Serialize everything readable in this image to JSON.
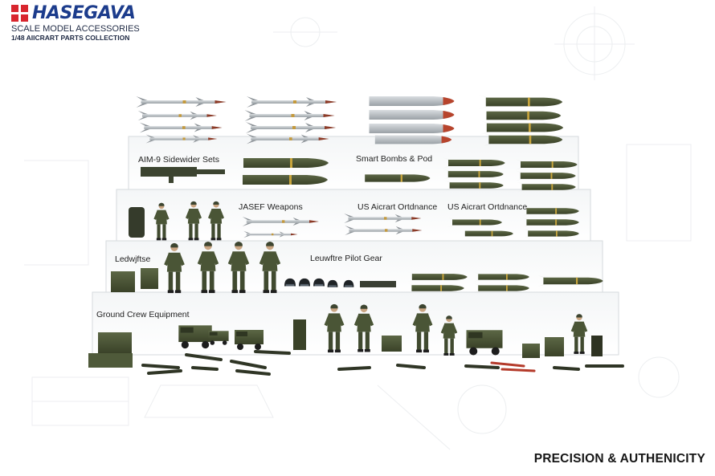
{
  "brand": {
    "name": "HASEGAVA",
    "tagline": "SCALE MODEL ACCESSORIES",
    "subtag": "1/48 AIICRART PARTS COLLECTION"
  },
  "tiers": {
    "tier1_left": "AIM-9 Sidewider Sets",
    "tier1_right": "Smart Bombs & Pod",
    "tier2_left": "JASEF Weapons",
    "tier2_mid": "US Aicrart Ortdnance",
    "tier2_right": "US Aicrart Ortdnance",
    "tier3_left": "Ledwjftse",
    "tier3_mid": "Leuwftre Pilot Gear",
    "tier4_left": "Ground Crew Equipment"
  },
  "footer": "PRECISION & AUTHENICITY",
  "colors": {
    "brand_blue": "#1c3c8c",
    "brand_red": "#d8262e",
    "olive": "#4a5536",
    "olive_dark": "#363e27",
    "missile_gray": "#b9bec2",
    "tip_red": "#b7442c"
  }
}
